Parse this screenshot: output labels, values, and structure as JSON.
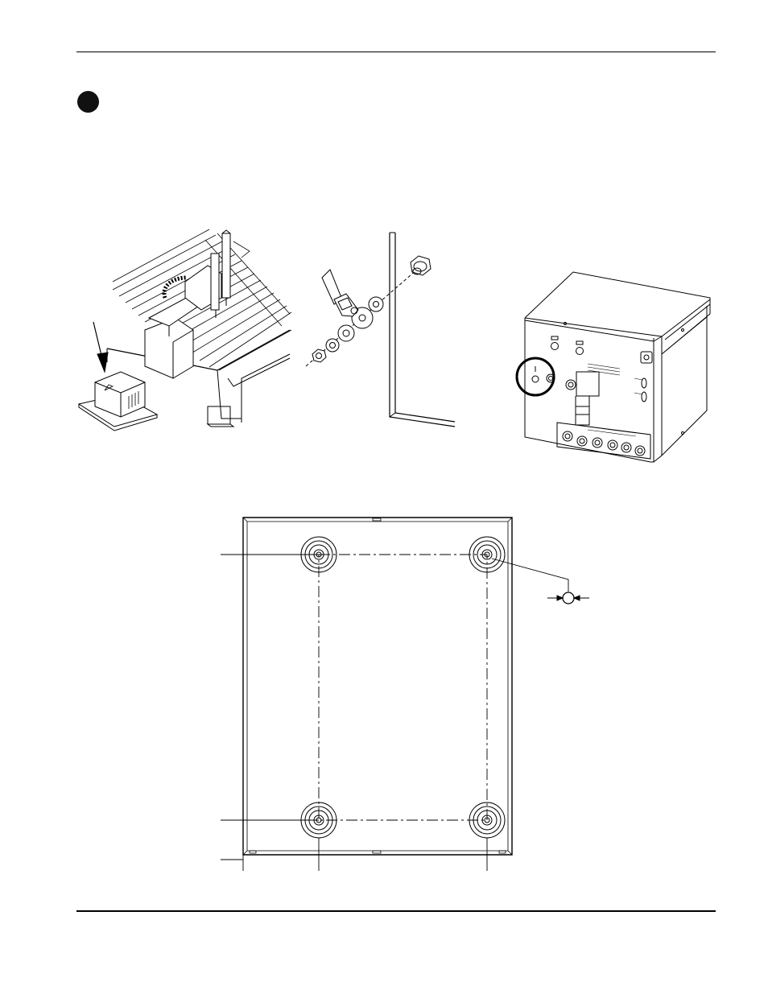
{
  "page": {
    "background": "#ffffff",
    "ink": "#000000"
  },
  "figures": {
    "table_with_box": "table-illustration",
    "mount_hardware": "mount-hardware-illustration",
    "enclosure_rear": "enclosure-illustration",
    "bottom_view": "mounting-hole-layout"
  }
}
